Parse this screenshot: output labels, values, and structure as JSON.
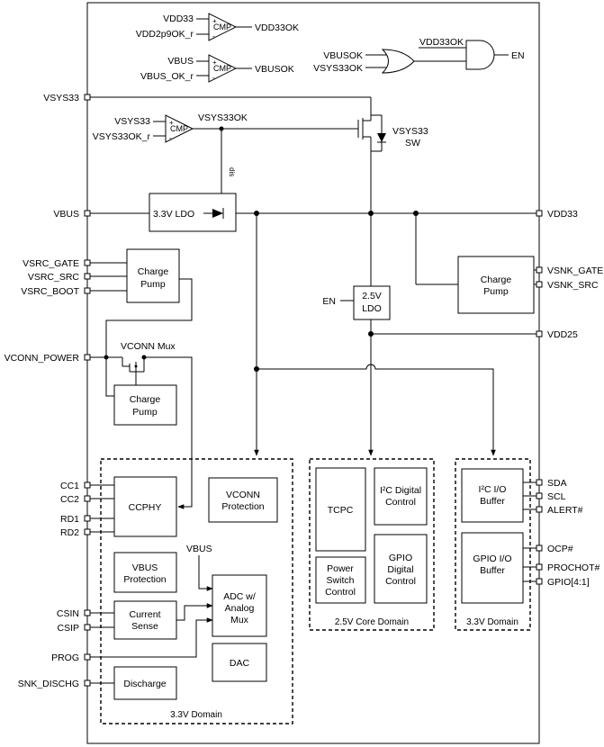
{
  "comparators": {
    "cmp1": {
      "in_pos": "VDD33",
      "in_neg": "VDD2p9OK_r",
      "out": "VDD33OK",
      "label": "CMP"
    },
    "cmp2": {
      "in_pos": "VBUS",
      "in_neg": "VBUS_OK_r",
      "out": "VBUSOK",
      "label": "CMP"
    },
    "cmp3": {
      "in_pos": "VSYS33",
      "in_neg": "VSYS33OK_r",
      "out": "VSYS33OK",
      "label": "CMP"
    }
  },
  "logic": {
    "or_in1": "VBUSOK",
    "or_in2": "VSYS33OK",
    "and_in": "VDD33OK",
    "and_out": "EN"
  },
  "left_pins": {
    "vsys33": "VSYS33",
    "vbus": "VBUS",
    "vsrc_gate": "VSRC_GATE",
    "vsrc_src": "VSRC_SRC",
    "vsrc_boot": "VSRC_BOOT",
    "vconn_power": "VCONN_POWER",
    "cc1": "CC1",
    "cc2": "CC2",
    "rd1": "RD1",
    "rd2": "RD2",
    "csin": "CSIN",
    "csip": "CSIP",
    "prog": "PROG",
    "snk_dischg": "SNK_DISCHG"
  },
  "right_pins": {
    "vdd33": "VDD33",
    "vsnk_gate": "VSNK_GATE",
    "vsnk_src": "VSNK_SRC",
    "vdd25": "VDD25",
    "sda": "SDA",
    "scl": "SCL",
    "alert": "ALERT#",
    "ocp": "OCP#",
    "prochot": "PROCHOT#",
    "gpio": "GPIO[4:1]"
  },
  "blocks": {
    "ldo33": "3.3V LDO",
    "ldo25_line1": "2.5V",
    "ldo25_line2": "LDO",
    "ldo25_en": "EN",
    "vsys33_sw_line1": "VSYS33",
    "vsys33_sw_line2": "SW",
    "dis": "dis",
    "charge_pump_src_line1": "Charge",
    "charge_pump_src_line2": "Pump",
    "charge_pump_snk_line1": "Charge",
    "charge_pump_snk_line2": "Pump",
    "charge_pump_vconn_line1": "Charge",
    "charge_pump_vconn_line2": "Pump",
    "vconn_mux": "VCONN Mux",
    "ccphy": "CCPHY",
    "vconn_prot_line1": "VCONN",
    "vconn_prot_line2": "Protection",
    "vbus_prot_line1": "VBUS",
    "vbus_prot_line2": "Protection",
    "adc_vbus": "VBUS",
    "adc_line1": "ADC w/",
    "adc_line2": "Analog",
    "adc_line3": "Mux",
    "current_sense_line1": "Current",
    "current_sense_line2": "Sense",
    "dac": "DAC",
    "discharge": "Discharge",
    "tcpc": "TCPC",
    "i2c_dig_line1": "I²C Digital",
    "i2c_dig_line2": "Control",
    "power_sw_line1": "Power",
    "power_sw_line2": "Switch",
    "power_sw_line3": "Control",
    "gpio_dig_line1": "GPIO",
    "gpio_dig_line2": "Digital",
    "gpio_dig_line3": "Control",
    "i2c_io_line1": "I²C I/O",
    "i2c_io_line2": "Buffer",
    "gpio_io_line1": "GPIO I/O",
    "gpio_io_line2": "Buffer"
  },
  "domains": {
    "left": "3.3V Domain",
    "core": "2.5V Core Domain",
    "right": "3.3V Domain"
  }
}
